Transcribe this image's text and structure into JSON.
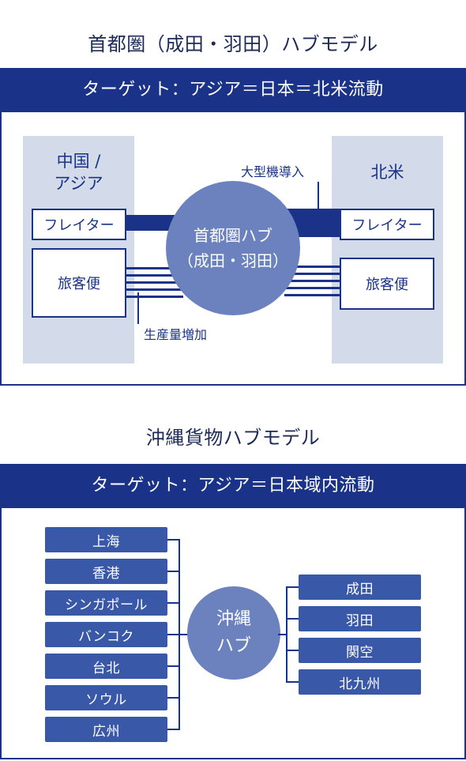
{
  "model1": {
    "title": "首都圏（成田・羽田）ハブモデル",
    "banner": "ターゲット：アジア＝日本＝北米流動",
    "left_region": {
      "line1": "中国 /",
      "line2": "アジア"
    },
    "right_region": {
      "label": "北米"
    },
    "freighter_label": "フレイター",
    "passenger_label": "旅客便",
    "hub": {
      "line1": "首都圏ハブ",
      "line2": "（成田・羽田）"
    },
    "annotation_top": "大型機導入",
    "annotation_bottom": "生産量増加"
  },
  "model2": {
    "title": "沖縄貨物ハブモデル",
    "banner": "ターゲット：アジア＝日本域内流動",
    "hub": {
      "line1": "沖縄",
      "line2": "ハブ"
    },
    "left_cities": [
      "上海",
      "香港",
      "シンガポール",
      "バンコク",
      "台北",
      "ソウル",
      "広州"
    ],
    "right_cities": [
      "成田",
      "羽田",
      "関空",
      "北九州"
    ]
  },
  "colors": {
    "navy": "#1a3389",
    "hub_fill": "#6b82bf",
    "region_fill": "#d3dbea",
    "city_fill": "#3a58a8"
  }
}
